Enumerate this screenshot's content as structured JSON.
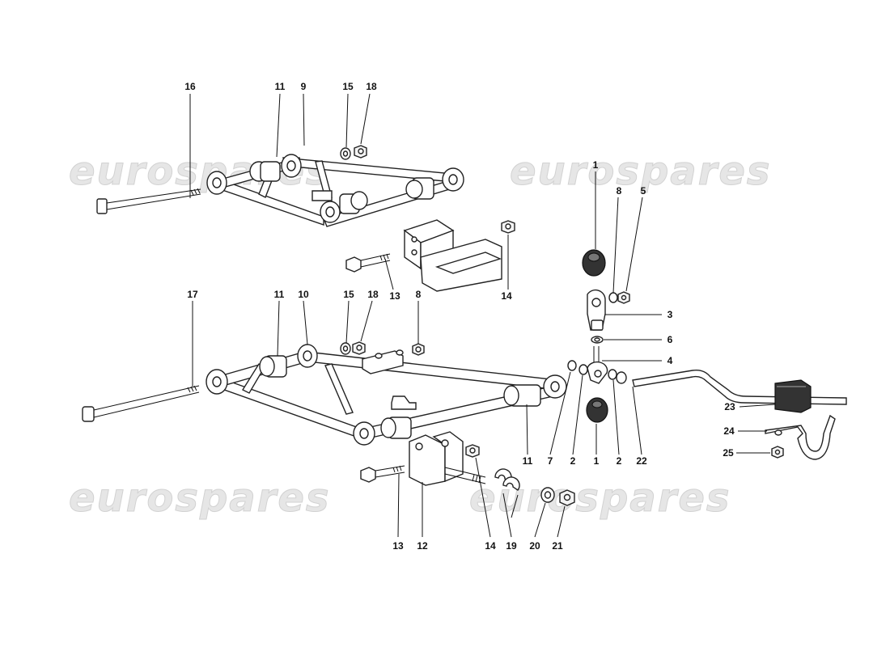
{
  "diagram": {
    "watermark": "eurospares",
    "callouts": {
      "c1": "16",
      "c2": "11",
      "c3": "9",
      "c4": "15",
      "c5": "18",
      "c6": "1",
      "c7": "8",
      "c8": "5",
      "c9": "13",
      "c10": "14",
      "c11": "17",
      "c12": "11",
      "c13": "10",
      "c14": "15",
      "c15": "18",
      "c16": "8",
      "c17": "3",
      "c18": "6",
      "c19": "4",
      "c20": "11",
      "c21": "7",
      "c22": "2",
      "c23": "1",
      "c24": "2",
      "c25": "22",
      "c26": "23",
      "c27": "24",
      "c28": "25",
      "c29": "13",
      "c30": "12",
      "c31": "14",
      "c32": "19",
      "c33": "20",
      "c34": "21"
    }
  }
}
